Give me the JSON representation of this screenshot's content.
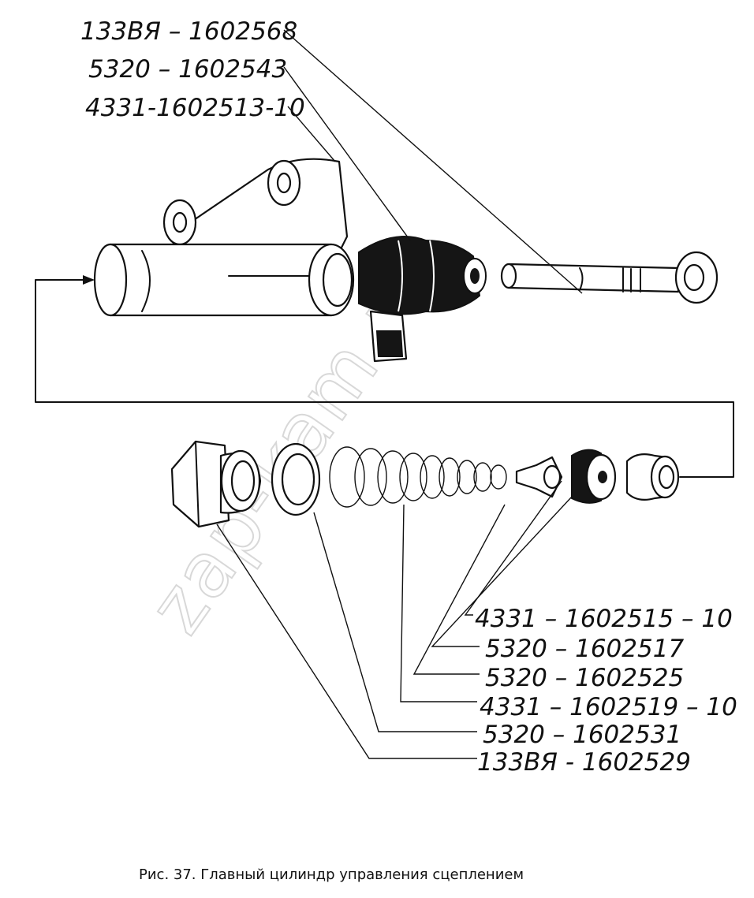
{
  "watermark": "zap-kam.ru",
  "caption": "Рис. 37. Главный цилиндр управления сцеплением",
  "top_labels": [
    {
      "id": "rod",
      "text": "133ВЯ – 1602568"
    },
    {
      "id": "boot",
      "text": "5320 – 1602543"
    },
    {
      "id": "body",
      "text": "4331-1602513-10"
    }
  ],
  "bottom_labels": [
    {
      "id": "washer",
      "text": "4331 – 1602515 – 10"
    },
    {
      "id": "cup",
      "text": "5320 – 1602517"
    },
    {
      "id": "seal",
      "text": "5320 – 1602525"
    },
    {
      "id": "spring",
      "text": "4331 – 1602519 – 10"
    },
    {
      "id": "gasket",
      "text": "5320 – 1602531"
    },
    {
      "id": "plug",
      "text": "133ВЯ - 1602529"
    }
  ]
}
